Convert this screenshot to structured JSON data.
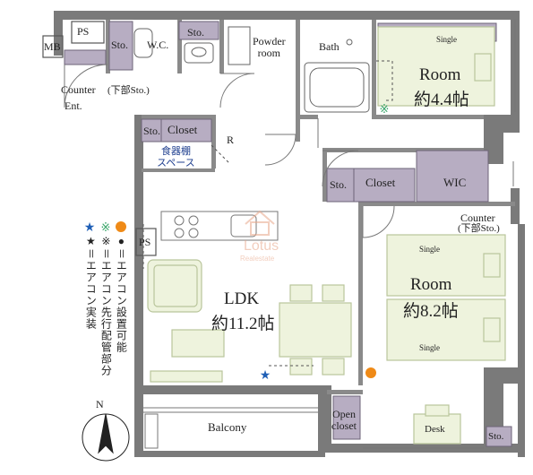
{
  "rooms": {
    "room1": {
      "name": "Room",
      "size": "約4.4帖"
    },
    "room2": {
      "name": "Room",
      "size": "約8.2帖"
    },
    "ldk": {
      "name": "LDK",
      "size": "約11.2帖"
    }
  },
  "labels": {
    "mb": "MB",
    "ps_top": "PS",
    "ps_kitchen": "PS",
    "sto_wc": "Sto.",
    "wc": "W.C.",
    "sto_powder": "Sto.",
    "powder": "Powder\nroom",
    "bath": "Bath",
    "counter_ent": "Counter",
    "shita_sto_ent": "(下部Sto.)",
    "ent": "Ent.",
    "sto_closet_left": "Sto.",
    "closet_left": "Closet",
    "r_mark": "R",
    "shokki_1": "食器棚",
    "shokki_2": "スペース",
    "sto_mid": "Sto.",
    "closet_mid": "Closet",
    "wic": "WIC",
    "counter_right": "Counter",
    "shita_sto_right": "(下部Sto.)",
    "single_top": "Single",
    "single_r2a": "Single",
    "single_r2b": "Single",
    "balcony": "Balcony",
    "open_closet": "Open\ncloset",
    "desk": "Desk",
    "sto_br": "Sto.",
    "north": "N"
  },
  "legend": {
    "orange": "●＝エアコン設置可能",
    "green": "※＝エアコン先行配管部分",
    "blue": "★＝エアコン実装"
  },
  "watermark": {
    "line1": "Lotus",
    "line2": "Realestate"
  },
  "colors": {
    "wall": "#7a7a7a",
    "storage": "#b7adc2",
    "furniture_fill": "#eef3dd",
    "furniture_stroke": "#b9c59b",
    "orange": "#ef8a17",
    "green": "#3aa66a",
    "blue": "#1f5fb6",
    "navy": "#1f3f8f"
  }
}
